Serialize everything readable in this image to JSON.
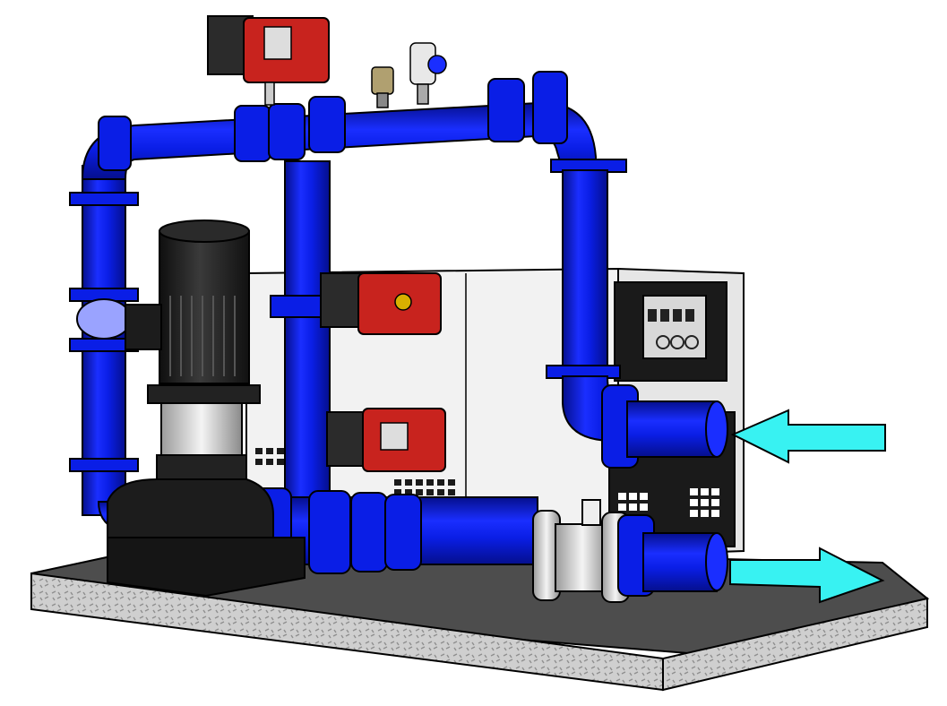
{
  "figure": {
    "kind": "3D render of a skid-mounted pump unit with piping, valves and control cabinet",
    "labels": []
  },
  "colors": {
    "pipe": "#0a1ee6",
    "pipe_dark": "#050f8c",
    "pipe_light": "#4a5cff",
    "actuator_red": "#c8231e",
    "actuator_dark": "#2b2b2b",
    "motor_black": "#1c1c1c",
    "cabinet": "#f2f2f2",
    "base_plate": "#c9c9c9",
    "arrow_cyan": "#38f2f2"
  },
  "components": {
    "inlet_arrow_direction": "left",
    "outlet_arrow_direction": "right",
    "valve_actuators": 3,
    "display_panel_icons": [
      "button",
      "button",
      "button",
      "button",
      "indicator",
      "indicator",
      "indicator"
    ]
  }
}
